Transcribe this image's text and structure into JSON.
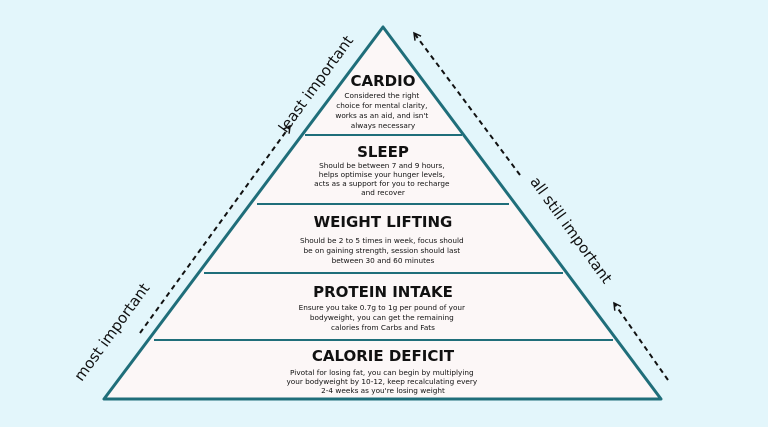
{
  "colors": {
    "background": "#e3f6fb",
    "pyramid_fill": "#fcf7f7",
    "pyramid_stroke": "#1f6e7a",
    "text": "#111111"
  },
  "left_label": "most important",
  "top_label": "least important",
  "right_label": "all still important",
  "tiers": [
    {
      "title": "CARDIO",
      "description": [
        "Considered the right",
        "choice for mental clarity,",
        "works as an aid, and isn't",
        "always necessary"
      ]
    },
    {
      "title": "SLEEP",
      "description": [
        "Should be between 7 and 9 hours,",
        "helps optimise your hunger levels,",
        "acts as a support for you to recharge",
        "and recover"
      ]
    },
    {
      "title": "WEIGHT LIFTING",
      "description": [
        "Should be 2 to 5 times in week, focus should",
        "be on gaining strength, session should last",
        "between 30 and 60 minutes"
      ]
    },
    {
      "title": "PROTEIN INTAKE",
      "description": [
        "Ensure you take 0.7g to 1g per pound of your",
        "bodyweight, you can get the remaining",
        "calories from Carbs and Fats"
      ]
    },
    {
      "title": "CALORIE DEFICIT",
      "description": [
        "Pivotal for losing fat, you can begin by multiplying",
        "your bodyweight by 10-12, keep recalculating every",
        "2-4 weeks as you're losing weight"
      ]
    }
  ]
}
